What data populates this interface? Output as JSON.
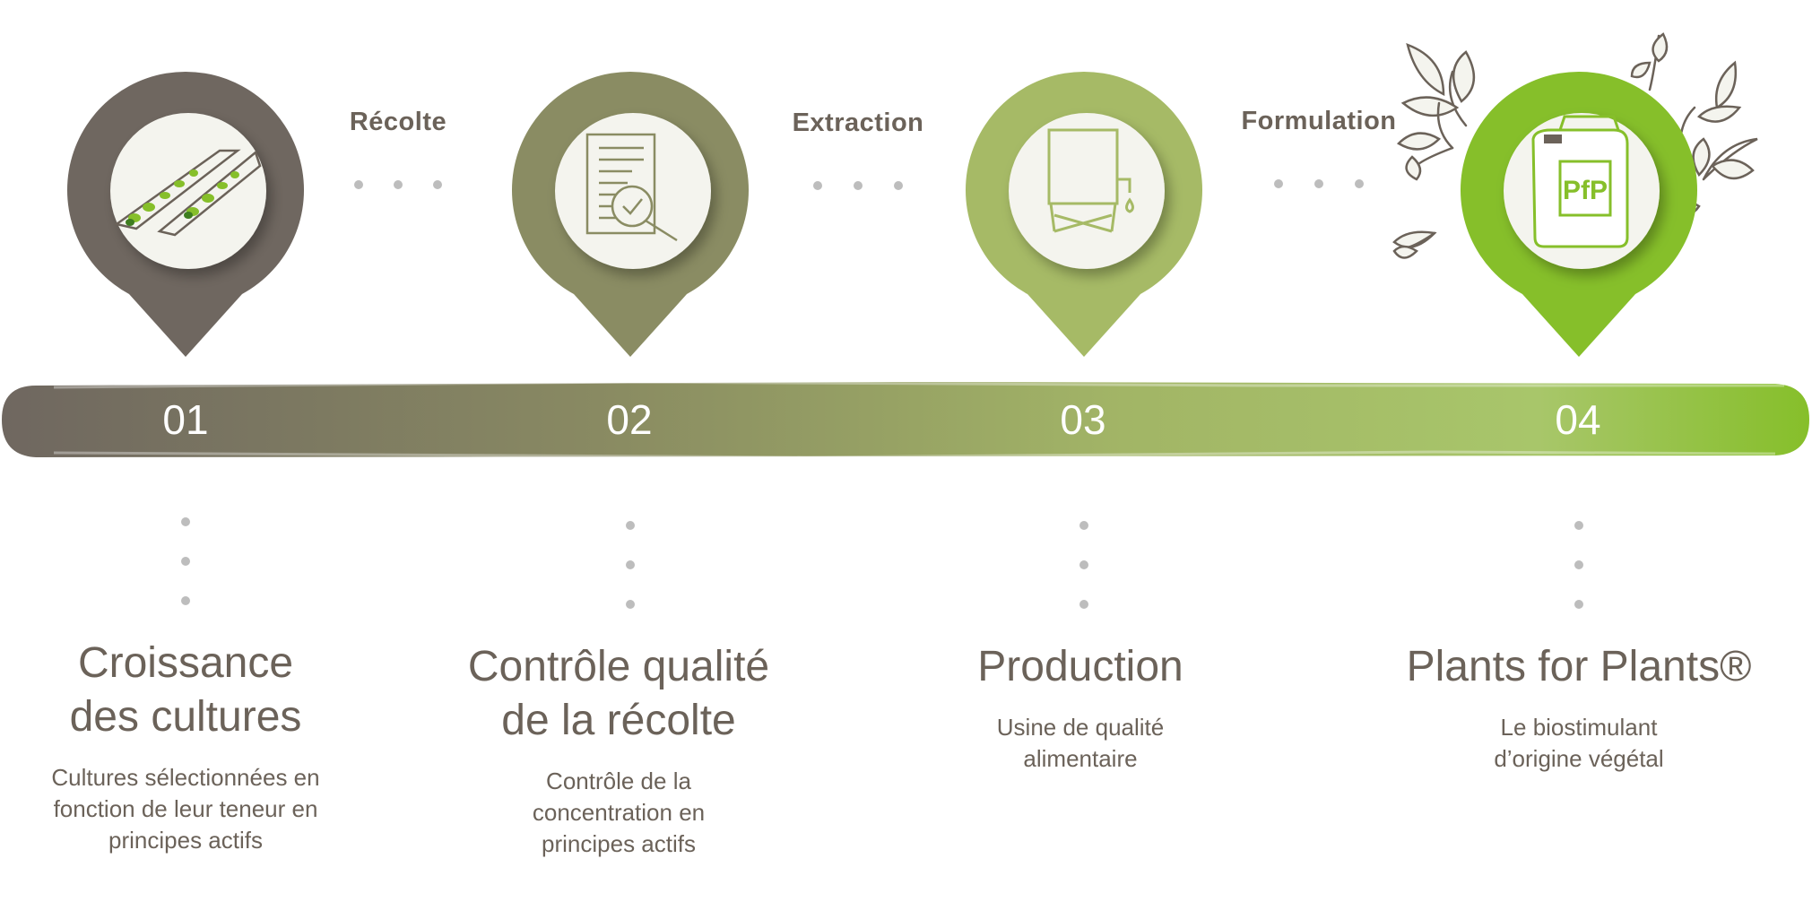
{
  "colors": {
    "step1": "#6f6760",
    "step2": "#8a8c63",
    "step3": "#a6ba66",
    "step4": "#86bf2a",
    "text": "#6b6259",
    "dot": "#bdbdbd",
    "icon_bg": "#f4f4ee"
  },
  "connectors": [
    {
      "label": "Récolte"
    },
    {
      "label": "Extraction"
    },
    {
      "label": "Formulation"
    }
  ],
  "steps": [
    {
      "number": "01",
      "title_line1": "Croissance",
      "title_line2": "des cultures",
      "description": [
        "Cultures sélectionnées en",
        "fonction de leur teneur en",
        "principes actifs"
      ],
      "icon": "crop-field-icon"
    },
    {
      "number": "02",
      "title_line1": "Contrôle qualité",
      "title_line2": "de la récolte",
      "description": [
        "Contrôle de la",
        "concentration en",
        "principes actifs"
      ],
      "icon": "document-inspection-icon"
    },
    {
      "number": "03",
      "title_line1": "Production",
      "title_line2": "",
      "description": [
        "Usine de qualité",
        "alimentaire"
      ],
      "icon": "tank-factory-icon"
    },
    {
      "number": "04",
      "title_line1": "Plants for Plants®",
      "title_line2": "",
      "description": [
        "Le biostimulant",
        "d’origine végétal"
      ],
      "icon": "jerrycan-product-icon",
      "product_logo": "PfP"
    }
  ]
}
